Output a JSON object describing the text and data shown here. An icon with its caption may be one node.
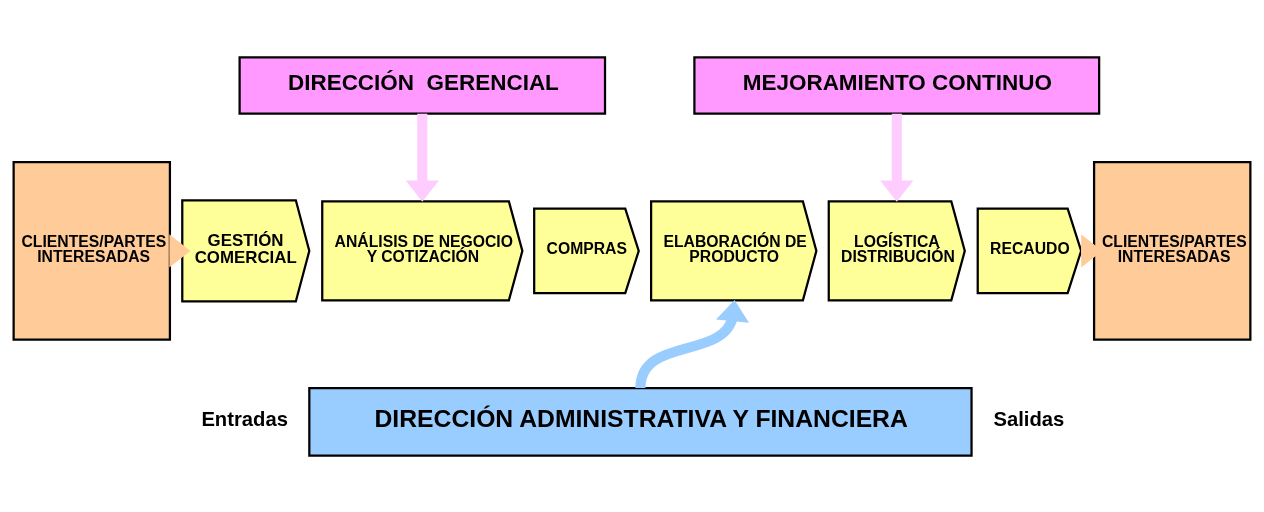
{
  "diagram": {
    "nodes": [
      {
        "text": [
          "CLIENTES/PARTES INTERESADAS"
        ]
      },
      {
        "text": [
          "DIRECCIÓN  GERENCIAL"
        ]
      },
      {
        "text": [
          "MEJORAMIENTO CONTINUO"
        ]
      },
      {
        "text": [
          "GESTIÓN COMERCIAL"
        ]
      },
      {
        "text": [
          "ANÁLISIS DE NEGOCIO Y COTIZACIÓN"
        ]
      },
      {
        "text": [
          "COMPRAS"
        ]
      },
      {
        "text": [
          "ELABORACIÓN DE PRODUCTO"
        ]
      },
      {
        "text": [
          "LOGÍSTICA DISTRIBUCIÓN"
        ]
      },
      {
        "text": [
          "RECAUDO"
        ]
      },
      {
        "text": [
          "DIRECCIÓN ADMINISTRATIVA Y FINANCIERA"
        ]
      },
      {
        "text": [
          "CLIENTES/PARTES INTERESADAS"
        ]
      }
    ],
    "edges": [
      {
        "from": 0,
        "to": 3,
        "arrow": "to",
        "color": "#ffcc99"
      },
      {
        "from": 1,
        "to": 4,
        "arrow": "to",
        "color": "#ffccff"
      },
      {
        "from": 2,
        "to": 7,
        "arrow": "to",
        "color": "#ffccff"
      },
      {
        "from": 8,
        "to": 10,
        "arrow": "to",
        "color": "#ffcc99"
      },
      {
        "from": 9,
        "to": 6,
        "arrow": "to",
        "color": "#99ccff"
      }
    ],
    "labels": [
      "Entradas",
      "Salidas"
    ]
  }
}
